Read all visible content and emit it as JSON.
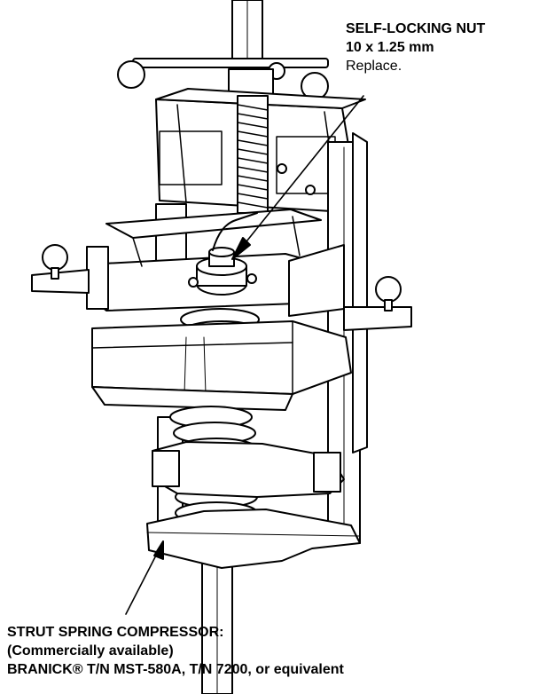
{
  "callouts": {
    "nut": {
      "title": "SELF-LOCKING NUT",
      "size": "10 x 1.25 mm",
      "note": "Replace."
    },
    "compressor": {
      "title": "STRUT SPRING COMPRESSOR:",
      "line2": "(Commercially available)",
      "line3": "BRANICK® T/N MST-580A, T/N 7200, or equivalent"
    }
  },
  "colors": {
    "ink": "#000000",
    "paper": "#ffffff"
  }
}
